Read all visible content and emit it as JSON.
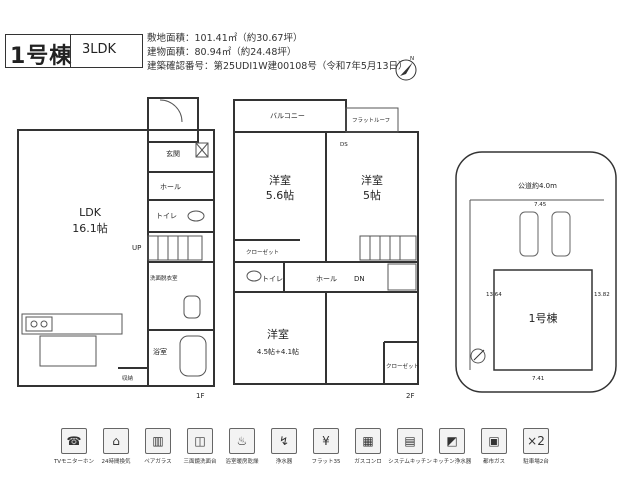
{
  "header": {
    "building": "1号棟",
    "plan_type": "3LDK"
  },
  "info": {
    "land_area": "敷地面積：101.41㎡（約30.67坪）",
    "floor_area": "建物面積：80.94㎡（約24.48坪）",
    "permit": "建築確認番号：第25UDI1W建00108号（令和7年5月13日）"
  },
  "floor1": {
    "ldk": "LDK",
    "ldk_size": "16.1帖",
    "entrance": "玄関",
    "hall": "ホール",
    "toilet": "トイレ",
    "up": "UP",
    "washroom": "洗面脱衣室",
    "storage": "収納",
    "bath": "浴室",
    "label": "1F"
  },
  "floor2": {
    "balcony": "バルコニー",
    "flat_roof": "フラットルーフ",
    "room_a": "洋室",
    "room_a_size": "5.6帖",
    "room_b": "洋室",
    "room_b_size": "5帖",
    "room_c": "洋室",
    "room_c_size": "4.5帖+4.1帖",
    "closet": "クローゼット",
    "closet2": "クローゼット",
    "toilet": "トイレ",
    "hall": "ホール",
    "dn": "DN",
    "ds": "DS",
    "label": "2F"
  },
  "site": {
    "road": "公道約4.0m",
    "building_label": "1号棟",
    "dim_top": "7.45",
    "dim_bottom": "7.41",
    "dim_left": "13.64",
    "dim_right": "13.82"
  },
  "features": [
    {
      "icon": "intercom-icon",
      "glyph": "☎",
      "label": "TVモニターホン"
    },
    {
      "icon": "ventilation-icon",
      "glyph": "⌂",
      "label": "24時間換気"
    },
    {
      "icon": "pair-glass-icon",
      "glyph": "▥",
      "label": "ペアガラス"
    },
    {
      "icon": "mirror-vanity-icon",
      "glyph": "◫",
      "label": "三面鏡洗面台"
    },
    {
      "icon": "bath-dryer-icon",
      "glyph": "♨",
      "label": "浴室暖房乾燥"
    },
    {
      "icon": "water-purifier-icon",
      "glyph": "↯",
      "label": "浄水器"
    },
    {
      "icon": "flat-35-icon",
      "glyph": "¥",
      "label": "フラット35"
    },
    {
      "icon": "gas-stove-icon",
      "glyph": "▦",
      "label": "ガスコンロ"
    },
    {
      "icon": "system-kitchen-icon",
      "glyph": "▤",
      "label": "システムキッチン"
    },
    {
      "icon": "rain-gutter-icon",
      "glyph": "◩",
      "label": "キッチン浄水器"
    },
    {
      "icon": "city-gas-icon",
      "glyph": "▣",
      "label": "都市ガス"
    },
    {
      "icon": "parking-icon",
      "glyph": "×2",
      "label": "駐車場2台"
    }
  ]
}
